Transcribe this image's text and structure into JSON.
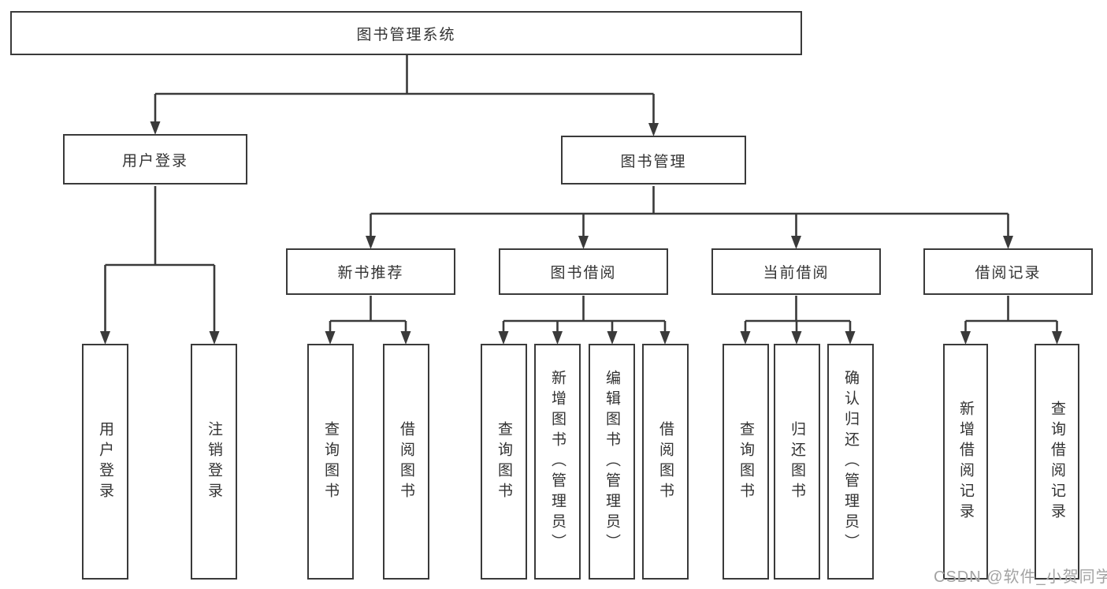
{
  "diagram_title": "图书管理系统",
  "colors": {
    "line": "#3a3a3a",
    "text": "#333333",
    "background": "#ffffff",
    "watermark": "#a3a3a3"
  },
  "nodes": {
    "root": {
      "label": "图书管理系统"
    },
    "user_login": {
      "label": "用户登录"
    },
    "book_mgmt": {
      "label": "图书管理"
    },
    "new_book_rec": {
      "label": "新书推荐"
    },
    "book_borrow": {
      "label": "图书借阅"
    },
    "current_borrow": {
      "label": "当前借阅"
    },
    "borrow_records": {
      "label": "借阅记录"
    }
  },
  "leaves": {
    "user_login_leaf": {
      "label": "用户登录",
      "parent": "用户登录"
    },
    "logout": {
      "label": "注销登录",
      "parent": "用户登录"
    },
    "query_book_1": {
      "label": "查询图书",
      "parent": "新书推荐"
    },
    "borrow_book_1": {
      "label": "借阅图书",
      "parent": "新书推荐"
    },
    "query_book_2": {
      "label": "查询图书",
      "parent": "图书借阅"
    },
    "add_book": {
      "label": "新增图书（管理员）",
      "parent": "图书借阅"
    },
    "edit_book": {
      "label": "编辑图书（管理员）",
      "parent": "图书借阅"
    },
    "borrow_book_2": {
      "label": "借阅图书",
      "parent": "图书借阅"
    },
    "query_book_3": {
      "label": "查询图书",
      "parent": "当前借阅"
    },
    "return_book": {
      "label": "归还图书",
      "parent": "当前借阅"
    },
    "confirm_return": {
      "label": "确认归还（管理员）",
      "parent": "当前借阅"
    },
    "add_record": {
      "label": "新增借阅记录",
      "parent": "借阅记录"
    },
    "query_record": {
      "label": "查询借阅记录",
      "parent": "借阅记录"
    }
  },
  "watermark": {
    "text": "CSDN @软件_小贺同学"
  }
}
